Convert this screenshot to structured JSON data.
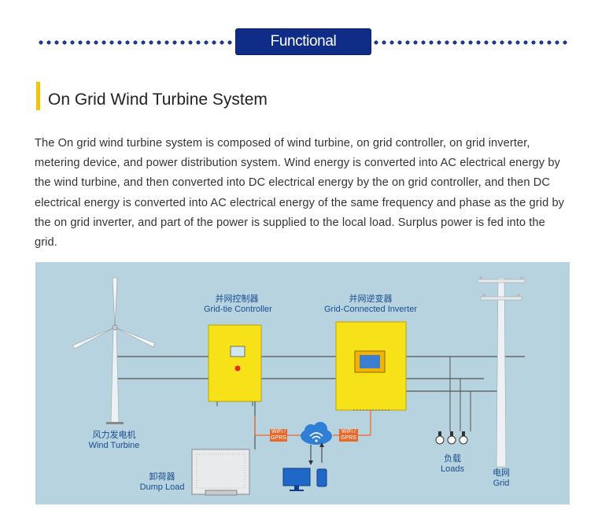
{
  "banner": {
    "title": "Functional Description"
  },
  "section": {
    "title": "On Grid Wind Turbine System"
  },
  "description": "The On grid wind turbine system is composed of wind turbine, on grid controller, on grid inverter, metering device, and power distribution system. Wind energy is converted into AC electrical energy by the wind turbine, and then converted into DC electrical energy by the on grid controller, and then DC electrical energy is converted into AC electrical energy of the same frequency and phase as the grid by the on grid inverter, and part of the power is supplied to the local load. Surplus power is fed into the grid.",
  "diagram": {
    "controller": {
      "cn": "并网控制器",
      "en": "Grid-tie Controller"
    },
    "inverter": {
      "cn": "并网逆变器",
      "en": "Grid-Connected Inverter"
    },
    "turbine": {
      "cn": "风力发电机",
      "en": "Wind Turbine"
    },
    "dump_load": {
      "cn": "卸荷器",
      "en": "Dump Load"
    },
    "loads": {
      "cn": "负载",
      "en": "Loads"
    },
    "grid": {
      "cn": "电网",
      "en": "Grid"
    },
    "wifi_left": "WiFi / GPRS",
    "wifi_right": "WiFi / GPRS"
  },
  "colors": {
    "banner_bg": "#0f2d86",
    "accent_bar": "#f5c400",
    "diagram_bg": "#b6d3df",
    "device_yellow": "#f7e21a",
    "badge_orange": "#e8692a"
  }
}
